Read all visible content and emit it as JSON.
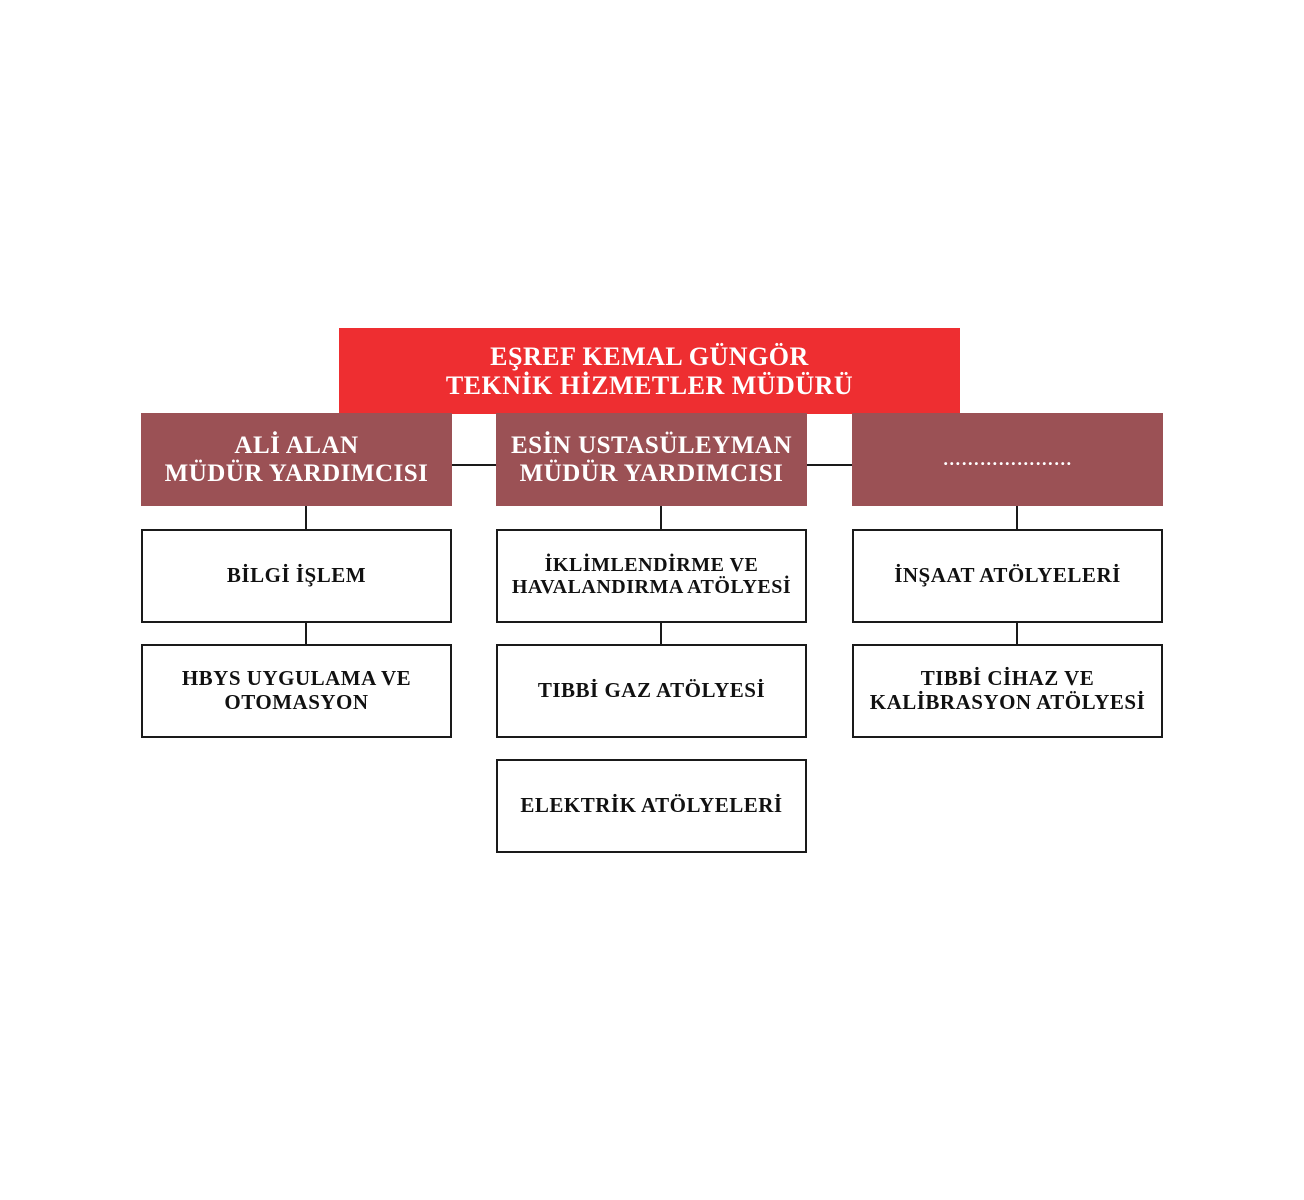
{
  "colors": {
    "head_bg": "#ee2e31",
    "deputy_bg": "#9b5155",
    "unit_border": "#1a1a1a",
    "line": "#1a1a1a"
  },
  "head": {
    "name": "EŞREF KEMAL GÜNGÖR",
    "title": "TEKNİK HİZMETLER MÜDÜRÜ"
  },
  "deputies": [
    {
      "name": "ALİ ALAN",
      "title": "MÜDÜR YARDIMCISI",
      "units": [
        {
          "line1": "BİLGİ İŞLEM",
          "line2": ""
        },
        {
          "line1": "HBYS UYGULAMA VE",
          "line2": "OTOMASYON"
        }
      ]
    },
    {
      "name": "ESİN USTASÜLEYMAN",
      "title": "MÜDÜR YARDIMCISI",
      "units": [
        {
          "line1": "İKLİMLENDİRME VE",
          "line2": "HAVALANDIRMA ATÖLYESİ"
        },
        {
          "line1": "TIBBİ GAZ ATÖLYESİ",
          "line2": ""
        },
        {
          "line1": "ELEKTRİK ATÖLYELERİ",
          "line2": ""
        }
      ]
    },
    {
      "name": "…………………",
      "title": "",
      "units": [
        {
          "line1": "İNŞAAT ATÖLYELERİ",
          "line2": ""
        },
        {
          "line1": "TIBBİ CİHAZ VE",
          "line2": "KALİBRASYON ATÖLYESİ"
        }
      ]
    }
  ]
}
